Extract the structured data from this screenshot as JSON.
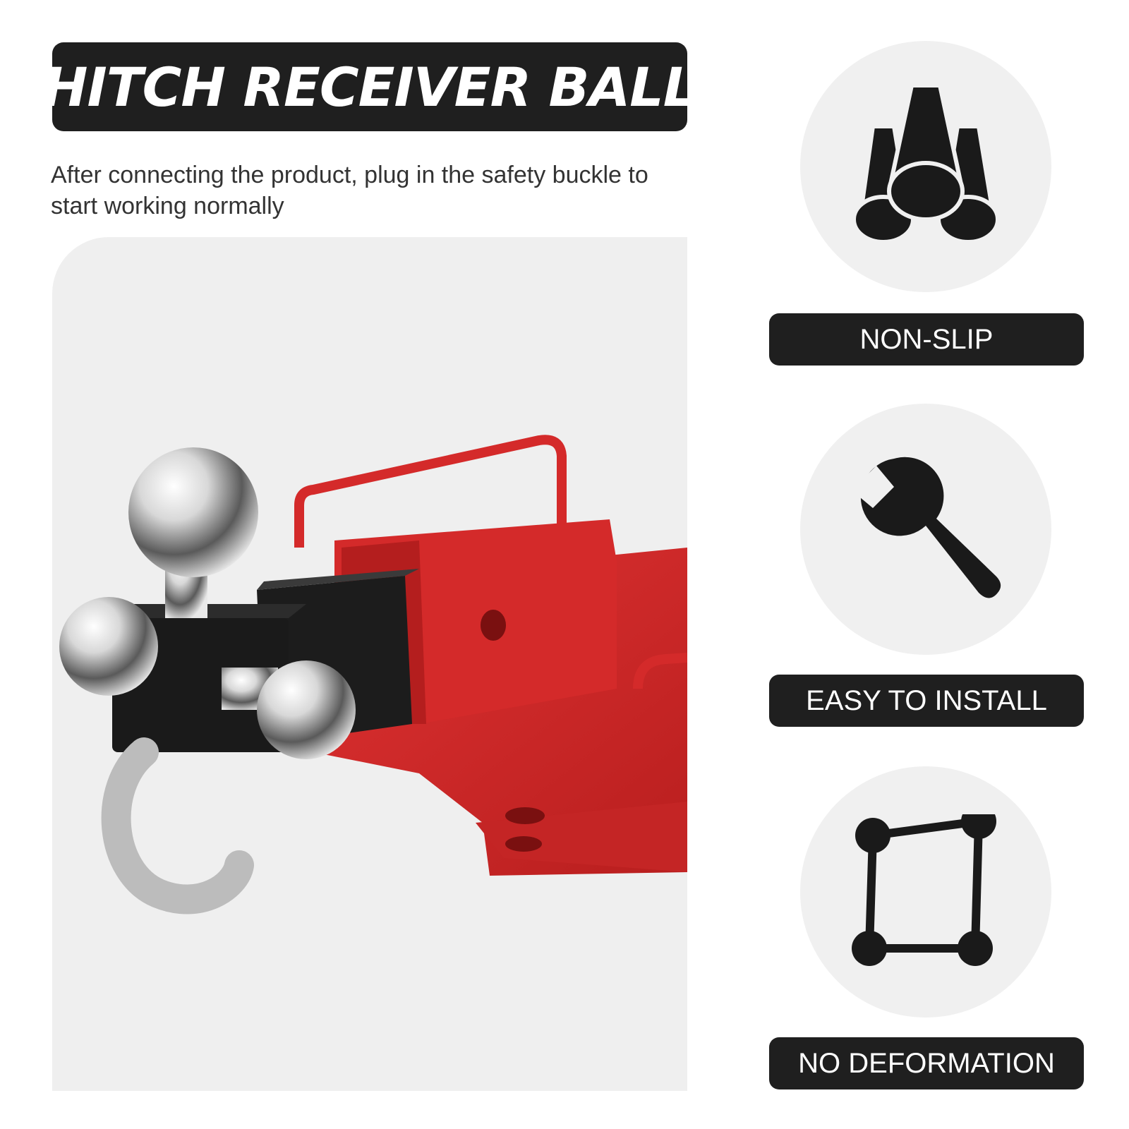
{
  "header": {
    "title": "HITCH RECEIVER BALL",
    "subtitle": "After connecting the product, plug in the safety buckle to start working normally"
  },
  "features": [
    {
      "icon": "pipes-icon",
      "label": "NON-SLIP"
    },
    {
      "icon": "wrench-icon",
      "label": "EASY TO INSTALL"
    },
    {
      "icon": "frame-icon",
      "label": "NO DEFORMATION"
    }
  ],
  "colors": {
    "dark": "#1f1f1f",
    "product_red": "#d42a2a",
    "chrome": "#c9c9c9",
    "panel": "#efefef"
  }
}
